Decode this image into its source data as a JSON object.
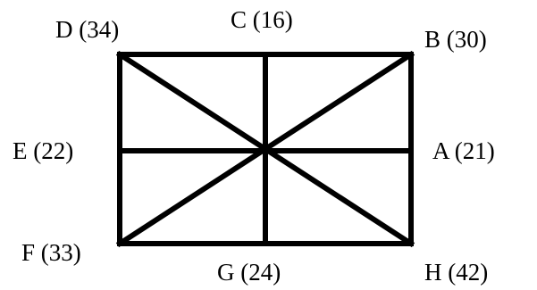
{
  "diagram": {
    "stroke_color": "#000000",
    "background_color": "#ffffff",
    "nodes": {
      "A": {
        "label": "A (21)"
      },
      "B": {
        "label": "B (30)"
      },
      "C": {
        "label": "C (16)"
      },
      "D": {
        "label": "D (34)"
      },
      "E": {
        "label": "E (22)"
      },
      "F": {
        "label": "F (33)"
      },
      "G": {
        "label": "G (24)"
      },
      "H": {
        "label": "H  (42)"
      }
    }
  }
}
